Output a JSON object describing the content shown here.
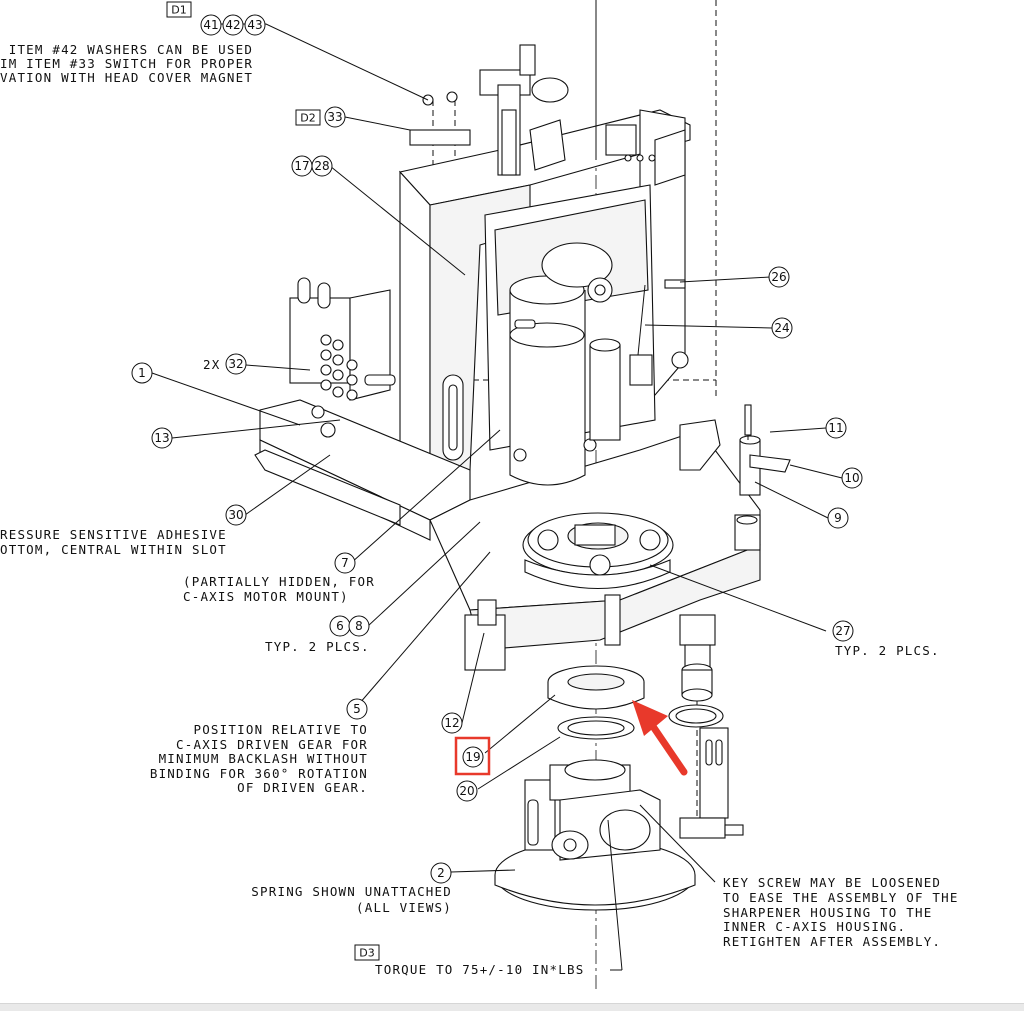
{
  "callouts": {
    "d1": "D1",
    "d2": "D2",
    "d3": "D3",
    "b41": "41",
    "b42": "42",
    "b43": "43",
    "b33": "33",
    "b17": "17",
    "b28": "28",
    "b26": "26",
    "b24": "24",
    "b11": "11",
    "b10": "10",
    "b9": "9",
    "b1": "1",
    "b32": "32",
    "b13": "13",
    "b30": "30",
    "b7": "7",
    "b6": "6",
    "b8": "8",
    "b27": "27",
    "b5": "5",
    "b12": "12",
    "b19": "19",
    "b20": "20",
    "b2": "2",
    "x2": "2X"
  },
  "notes": {
    "n1_l1": " ITEM #42 WASHERS CAN BE USED",
    "n1_l2": "IM ITEM #33 SWITCH FOR PROPER",
    "n1_l3": "VATION WITH HEAD COVER MAGNET",
    "n2_l1": "RESSURE SENSITIVE ADHESIVE",
    "n2_l2": "OTTOM, CENTRAL WITHIN SLOT",
    "n3_l1": "(PARTIALLY HIDDEN, FOR",
    "n3_l2": "C-AXIS MOTOR MOUNT)",
    "n4": "TYP. 2 PLCS.",
    "n5": "TYP. 2 PLCS.",
    "n6_l1": "POSITION RELATIVE TO",
    "n6_l2": "C-AXIS DRIVEN GEAR FOR",
    "n6_l3": "MINIMUM BACKLASH WITHOUT",
    "n6_l4": "BINDING FOR 360° ROTATION",
    "n6_l5": "OF DRIVEN GEAR.",
    "n7_l1": "SPRING SHOWN UNATTACHED",
    "n7_l2": "(ALL VIEWS)",
    "n8_l1": "KEY SCREW MAY BE LOOSENED",
    "n8_l2": "TO EASE THE ASSEMBLY OF THE",
    "n8_l3": "SHARPENER HOUSING TO THE",
    "n8_l4": "INNER C-AXIS HOUSING.",
    "n8_l5": "RETIGHTEN AFTER ASSEMBLY.",
    "n9": "TORQUE TO 75+/-10 IN*LBS"
  },
  "highlight": {
    "color": "#e8392b"
  }
}
